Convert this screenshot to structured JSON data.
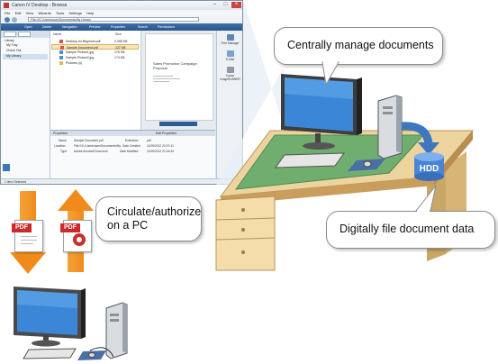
{
  "window": {
    "title": "Canon iV Desktop - Browse",
    "menu": [
      "File",
      "Edit",
      "View",
      "Wizards",
      "Tools",
      "Settings",
      "Help"
    ],
    "address": "File:///C:/Users/user/Documents/My Library",
    "toolbar": [
      "Open",
      "Delete",
      "Navigation",
      "Preview",
      "Properties",
      "Search",
      "Permissions"
    ],
    "nav_items": [
      "Library",
      "My Tray",
      "Check Out",
      "My Library"
    ],
    "columns": [
      "Name",
      "Size"
    ],
    "files": [
      {
        "name": "Desktop for Beginner.pdf",
        "size": "2,308 KB"
      },
      {
        "name": "Sample Document.pdf",
        "size": "127 KB"
      },
      {
        "name": "Sample Picture1.jpg",
        "size": "176 KB"
      },
      {
        "name": "Sample Picture2.jpg",
        "size": "174 KB"
      },
      {
        "name": "Pictures (4)",
        "size": ""
      }
    ],
    "preview_title": "Sales Promotion Campaign Proposal",
    "properties_header": "Properties",
    "properties_btn": "Edit Properties",
    "properties": [
      {
        "label": "Name",
        "value": "Sample Document.pdf"
      },
      {
        "label": "Location",
        "value": "File:///C:/Users/user/Documents/My"
      },
      {
        "label": "Type",
        "value": "Adobe Acrobat Document"
      }
    ],
    "properties_right": [
      {
        "label": "Extension",
        "value": "pdf"
      },
      {
        "label": "Date Created",
        "value": "11/05/2012 20:37:41"
      },
      {
        "label": "Date Modified",
        "value": "11/05/2012 21:16:43"
      }
    ],
    "right_buttons": [
      "Print Manager",
      "E-Mail",
      "Canon imageRUNNER"
    ],
    "status": "1 item Selected"
  },
  "pdf_label": "PDF",
  "callouts": {
    "manage": "Centrally manage documents",
    "circulate": "Circulate/authorize on a PC",
    "file_data": "Digitally file document data"
  },
  "hdd_label": "HDD",
  "colors": {
    "arrow": "#f08a1a",
    "hdd": "#4a84d6",
    "desk_top": "#e8c98e",
    "mat": "#6aa86b"
  }
}
